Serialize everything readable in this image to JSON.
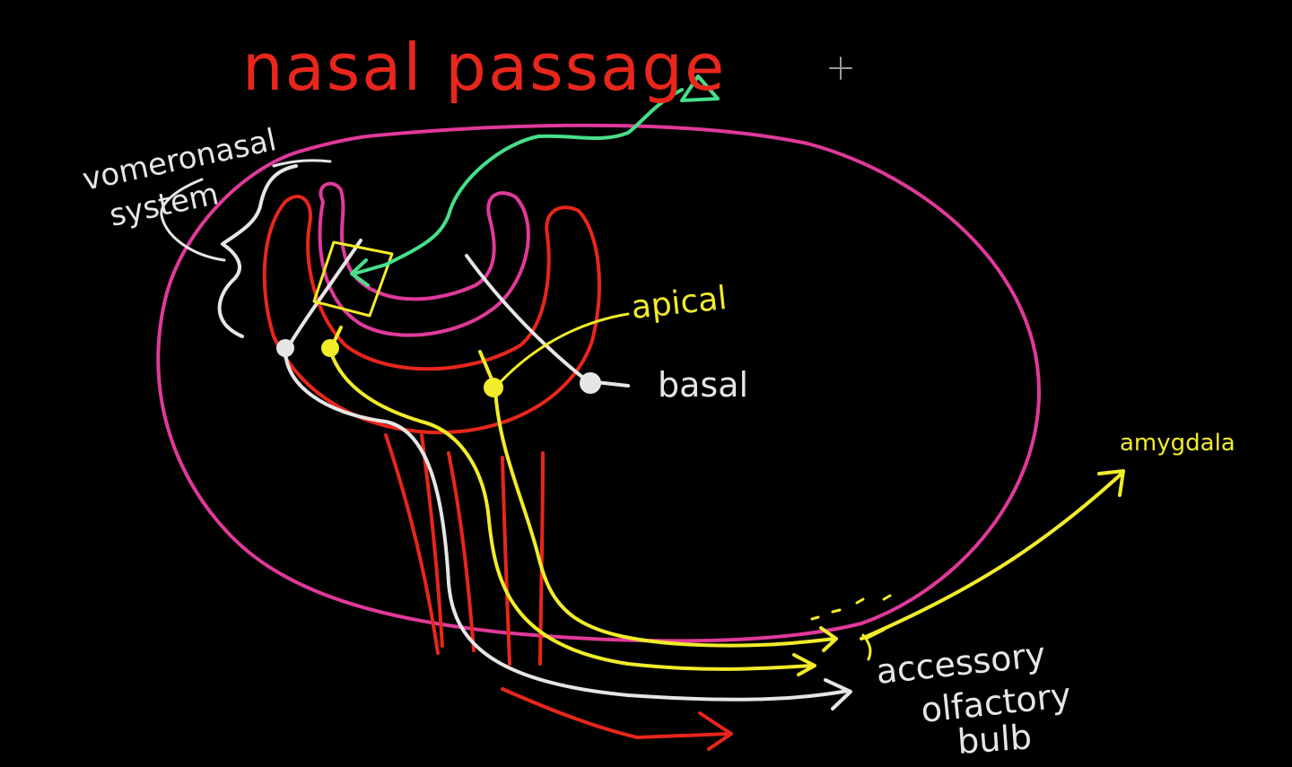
{
  "labels": {
    "title": "nasal passage",
    "vomeronasal": "vomeronasal",
    "system": "system",
    "apical": "apical",
    "basal": "basal",
    "amygdala": "amygdala",
    "accessory": "accessory",
    "olfactory": "olfactory",
    "bulb": "bulb"
  },
  "colors": {
    "background": "#000000",
    "magenta": "#e0399b",
    "red": "#e8261c",
    "yellow": "#f2ec2a",
    "white": "#e6e6e6",
    "green": "#46e08a"
  }
}
